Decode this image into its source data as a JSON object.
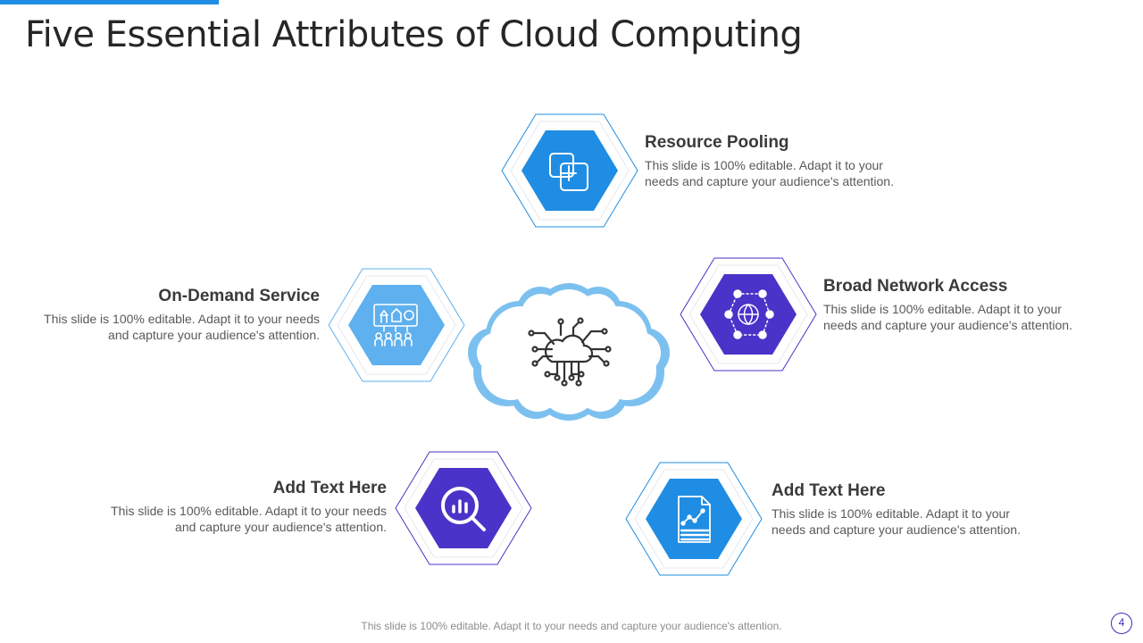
{
  "slide": {
    "title": "Five Essential Attributes of Cloud Computing",
    "footer": "This slide is 100% editable. Adapt it to your needs and capture your audience's attention.",
    "page_number": "4"
  },
  "colors": {
    "accent_blue": "#1f8de3",
    "light_blue": "#5fb0ee",
    "indigo": "#4a33c8",
    "cloud_fill": "#7cc0ef"
  },
  "center": {
    "icon": "cloud-network-icon"
  },
  "nodes": [
    {
      "title": "Resource Pooling",
      "desc": "This slide is 100% editable. Adapt it to your needs and capture your audience's attention.",
      "icon": "overlapping-squares-plus-icon",
      "color": "#1f8de3"
    },
    {
      "title": "On-Demand Service",
      "desc": "This slide is 100% editable. Adapt it to your needs and capture your audience's attention.",
      "icon": "service-board-people-icon",
      "color": "#5fb0ee"
    },
    {
      "title": "Broad Network Access",
      "desc": "This slide is 100% editable. Adapt it to your needs and capture your audience's attention.",
      "icon": "global-network-icon",
      "color": "#4a33c8"
    },
    {
      "title": "Add Text Here",
      "desc": "This slide is 100% editable. Adapt it to your needs and capture your audience's attention.",
      "icon": "magnifier-chart-icon",
      "color": "#4a33c8"
    },
    {
      "title": "Add Text Here",
      "desc": "This slide is 100% editable. Adapt it to your needs and capture your audience's attention.",
      "icon": "report-document-icon",
      "color": "#1f8de3"
    }
  ]
}
